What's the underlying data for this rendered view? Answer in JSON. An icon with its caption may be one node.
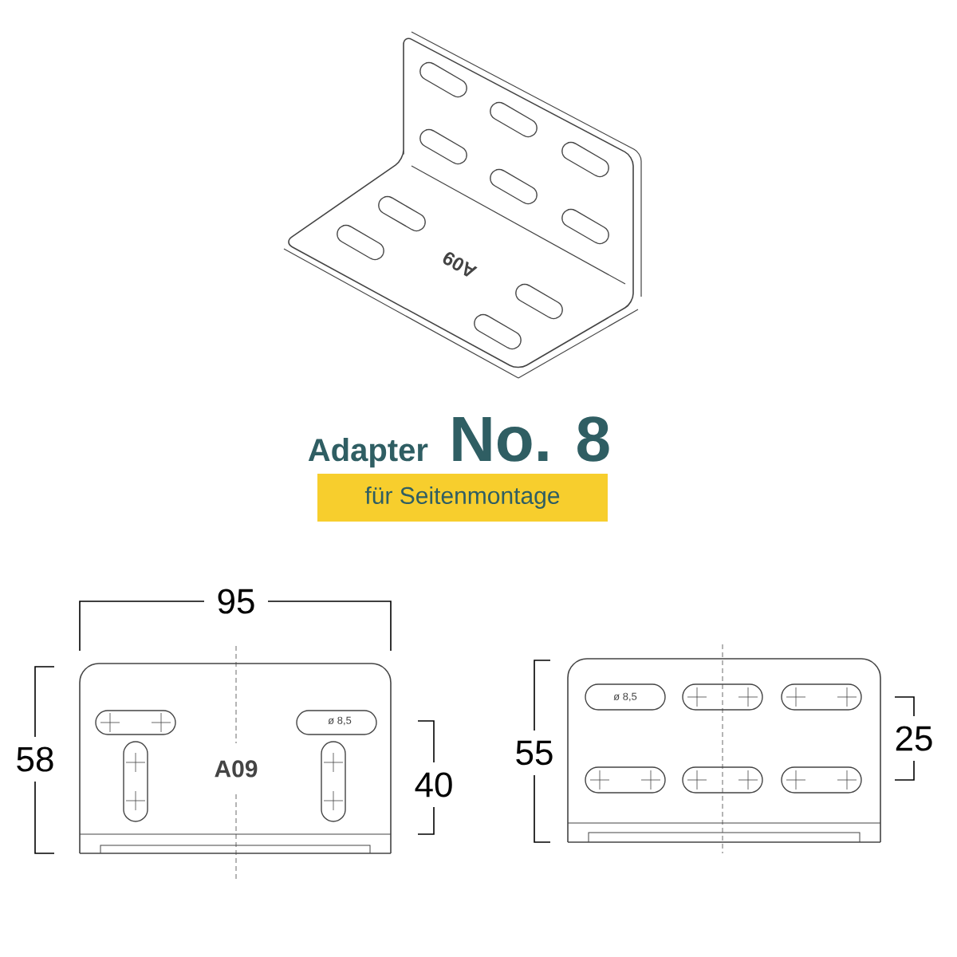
{
  "diagram": {
    "nodes": [
      {
        "text": [
          "für Seitenmontage"
        ]
      }
    ],
    "labels": [
      "A09",
      "Adapter",
      "No. 8",
      "95",
      "58",
      "ø 8,5",
      "A09",
      "40",
      "55",
      "ø 8,5",
      "25"
    ]
  }
}
